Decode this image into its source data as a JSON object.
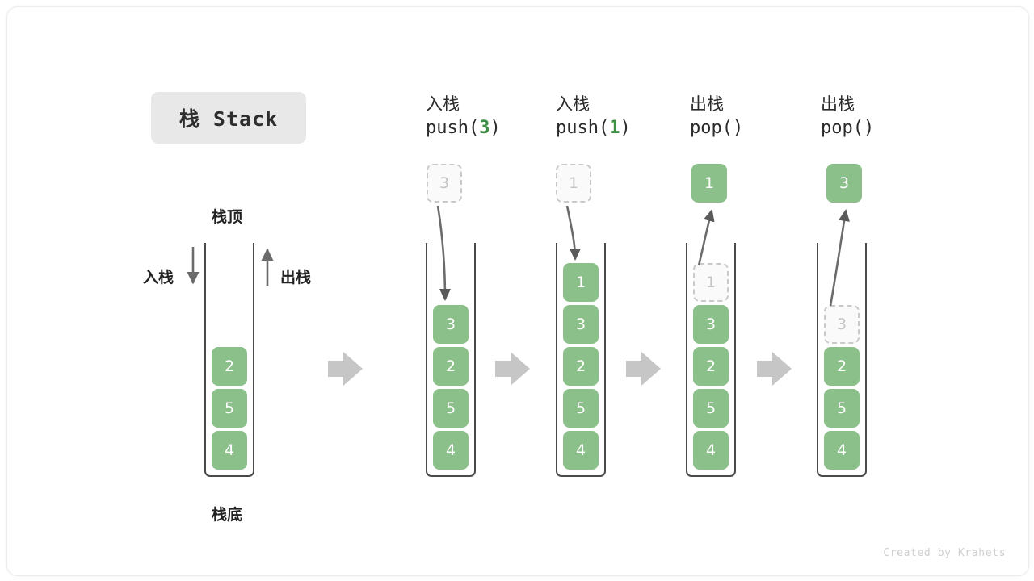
{
  "diagram": {
    "title": "栈 Stack",
    "watermark": "Created by Krahets",
    "accent_green": "#8cc08a",
    "ghost_gray": "#c4c4c4",
    "tube_stroke": "#4a4a4a",
    "arrow_gray": "#c6c6c6",
    "badge_bg": "#e8e8e8"
  },
  "legend": {
    "top_label": "栈顶",
    "bottom_label": "栈底",
    "push_label": "入栈",
    "pop_label": "出栈"
  },
  "columns": [
    {
      "id": "initial",
      "header_cn": "",
      "header_code": "",
      "header_arg": "",
      "floating": null,
      "cells": [
        "2",
        "5",
        "4"
      ],
      "ghost_top": null,
      "arrow": "none"
    },
    {
      "id": "push-3",
      "header_cn": "入栈",
      "header_code_pre": "push(",
      "header_arg": "3",
      "header_code_post": ")",
      "floating": {
        "value": "3",
        "style": "ghost"
      },
      "cells": [
        "3",
        "2",
        "5",
        "4"
      ],
      "ghost_top": null,
      "arrow": "down"
    },
    {
      "id": "push-1",
      "header_cn": "入栈",
      "header_code_pre": "push(",
      "header_arg": "1",
      "header_code_post": ")",
      "floating": {
        "value": "1",
        "style": "ghost"
      },
      "cells": [
        "1",
        "3",
        "2",
        "5",
        "4"
      ],
      "ghost_top": null,
      "arrow": "down"
    },
    {
      "id": "pop-1",
      "header_cn": "出栈",
      "header_code_pre": "pop(",
      "header_arg": "",
      "header_code_post": ")",
      "floating": {
        "value": "1",
        "style": "filled"
      },
      "cells": [
        "3",
        "2",
        "5",
        "4"
      ],
      "ghost_top": "1",
      "arrow": "up"
    },
    {
      "id": "pop-3",
      "header_cn": "出栈",
      "header_code_pre": "pop(",
      "header_arg": "",
      "header_code_post": ")",
      "floating": {
        "value": "3",
        "style": "filled"
      },
      "cells": [
        "2",
        "5",
        "4"
      ],
      "ghost_top": "3",
      "arrow": "up"
    }
  ],
  "flow_arrows": 4
}
